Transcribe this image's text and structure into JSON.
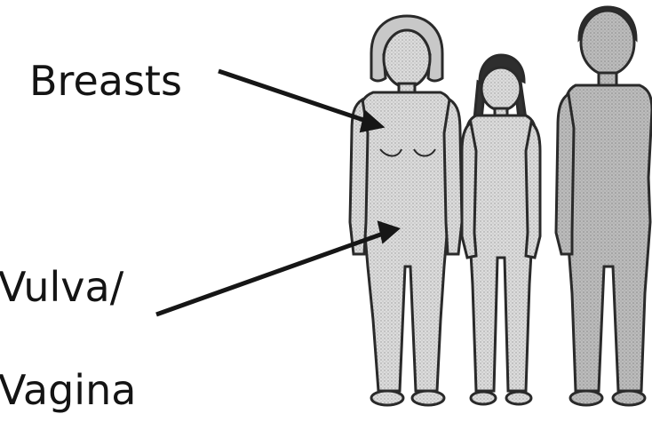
{
  "labels": {
    "breasts": "Breasts",
    "vulva": "Vulva/",
    "vagina": "Vagina"
  },
  "colors": {
    "background": "#ffffff",
    "outline": "#2a2a2a",
    "fill_adult": "#d6d6d6",
    "fill_girl": "#cfcfcf",
    "fill_boy": "#b8b8b8",
    "hair": "#3a3a3a",
    "arrow": "#161616"
  }
}
